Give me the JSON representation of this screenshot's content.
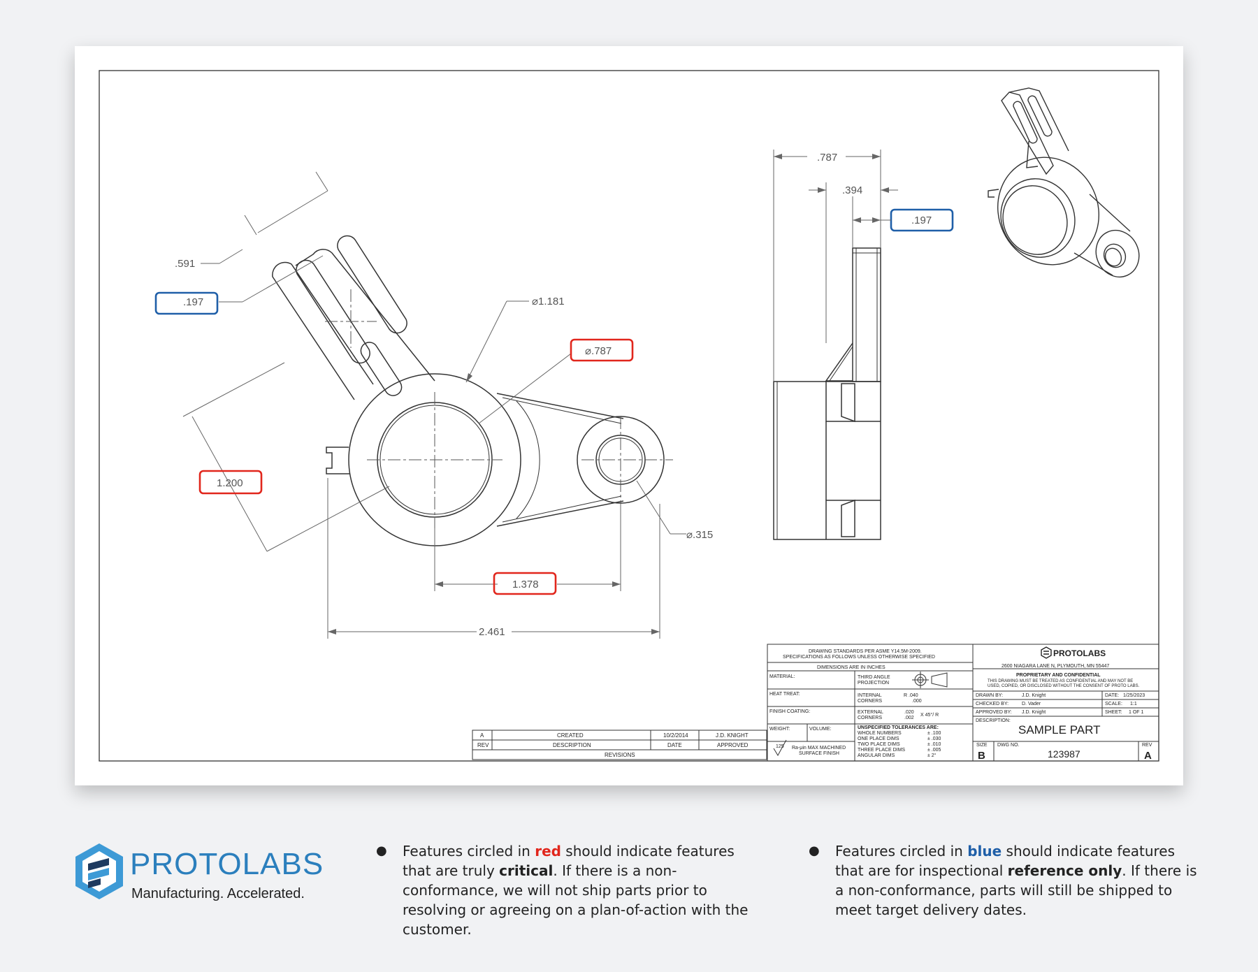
{
  "dimensions": {
    "d_591": ".591",
    "d_197_left": ".197",
    "d_1181": "⌀1.181",
    "d_787_dia": "⌀.787",
    "d_1200": "1.200",
    "d_315": "⌀.315",
    "d_1378": "1.378",
    "d_2461": "2.461",
    "d_787_top": ".787",
    "d_394": ".394",
    "d_197_side": ".197"
  },
  "revisions": {
    "row_rev": "A",
    "row_desc": "CREATED",
    "row_date": "10/2/2014",
    "row_approved": "J.D. KNIGHT",
    "hdr_rev": "REV",
    "hdr_desc": "DESCRIPTION",
    "hdr_date": "DATE",
    "hdr_approved": "APPROVED",
    "title": "REVISIONS"
  },
  "titleblock": {
    "standards_1": "DRAWING STANDARDS PER ASME Y14.5M-2009.",
    "standards_2": "SPECIFICATIONS AS FOLLOWS UNLESS OTHERWISE SPECIFIED",
    "dims_inches": "DIMENSIONS ARE IN INCHES",
    "material": "MATERIAL:",
    "heat_treat": "HEAT TREAT:",
    "finish_coating": "FINISH COATING:",
    "weight": "WEIGHT:",
    "volume": "VOLUME:",
    "third_angle_1": "THIRD ANGLE",
    "third_angle_2": "PROJECTION",
    "internal_1": "INTERNAL",
    "internal_2": "CORNERS",
    "internal_val": "R .040",
    "internal_val2": ".000",
    "external_1": "EXTERNAL",
    "external_2": "CORNERS",
    "external_val": ".020",
    "external_val2": ".002",
    "external_suffix": "X 45°/ R",
    "unspec": "UNSPECIFIED TOLERANCES ARE:",
    "tol_whole": "WHOLE NUMBERS",
    "tol_one": "ONE PLACE DIMS",
    "tol_two": "TWO PLACE DIMS",
    "tol_three": "THREE PLACE DIMS",
    "tol_angular": "ANGULAR DIMS",
    "tol_whole_v": "± .100",
    "tol_one_v": "± .030",
    "tol_two_v": "± .010",
    "tol_three_v": "± .005",
    "tol_angular_v": "± 2°",
    "finish_num": "125",
    "finish_1": "Ra-μin MAX MACHINED",
    "finish_2": "SURFACE FINISH",
    "company": "PROTOLABS",
    "address": "2600 NIAGARA LANE N, PLYMOUTH, MN 55447",
    "proprietary": "PROPRIETARY AND CONFIDENTIAL",
    "prop_1": "THIS DRAWING MUST BE TREATED AS CONFIDENTIAL AND MAY NOT BE",
    "prop_2": "USED, COPIED, OR DISCLOSED WITHOUT THE CONSENT OF PROTO LABS.",
    "drawn_by": "DRAWN BY:",
    "drawn_by_v": "J.D. Knight",
    "checked_by": "CHECKED BY:",
    "checked_by_v": "D. Vader",
    "approved_by": "APPROVED BY:",
    "approved_by_v": "J.D. Knight",
    "date_l": "DATE:",
    "date_v": "1/25/2023",
    "scale_l": "SCALE:",
    "scale_v": "1:1",
    "sheet_l": "SHEET:",
    "sheet_v": "1 OF 1",
    "description_l": "DESCRIPTION:",
    "description_v": "SAMPLE PART",
    "size_l": "SIZE",
    "size_v": "B",
    "dwg_l": "DWG NO.",
    "dwg_v": "123987",
    "rev_l": "REV",
    "rev_v": "A"
  },
  "footer": {
    "logo_name": "PROTOLABS",
    "logo_tagline": "Manufacturing. Accelerated.",
    "red_note": {
      "a": "Features circled in ",
      "color_word": "red",
      "b": " should indicate features that are truly ",
      "strong": "critical",
      "c": ". If there is a non-conformance, we will not ship parts prior to resolving or agreeing on a plan-of-action with the customer."
    },
    "blue_note": {
      "a": "Features circled in ",
      "color_word": "blue",
      "b": " should indicate features that are for inspectional ",
      "strong": "reference only",
      "c": ". If there is a non-conformance, parts will still be shipped to meet target delivery dates."
    }
  },
  "colors": {
    "critical": "#e1261c",
    "reference": "#1f5fa8",
    "brand": "#2b7fbd"
  }
}
